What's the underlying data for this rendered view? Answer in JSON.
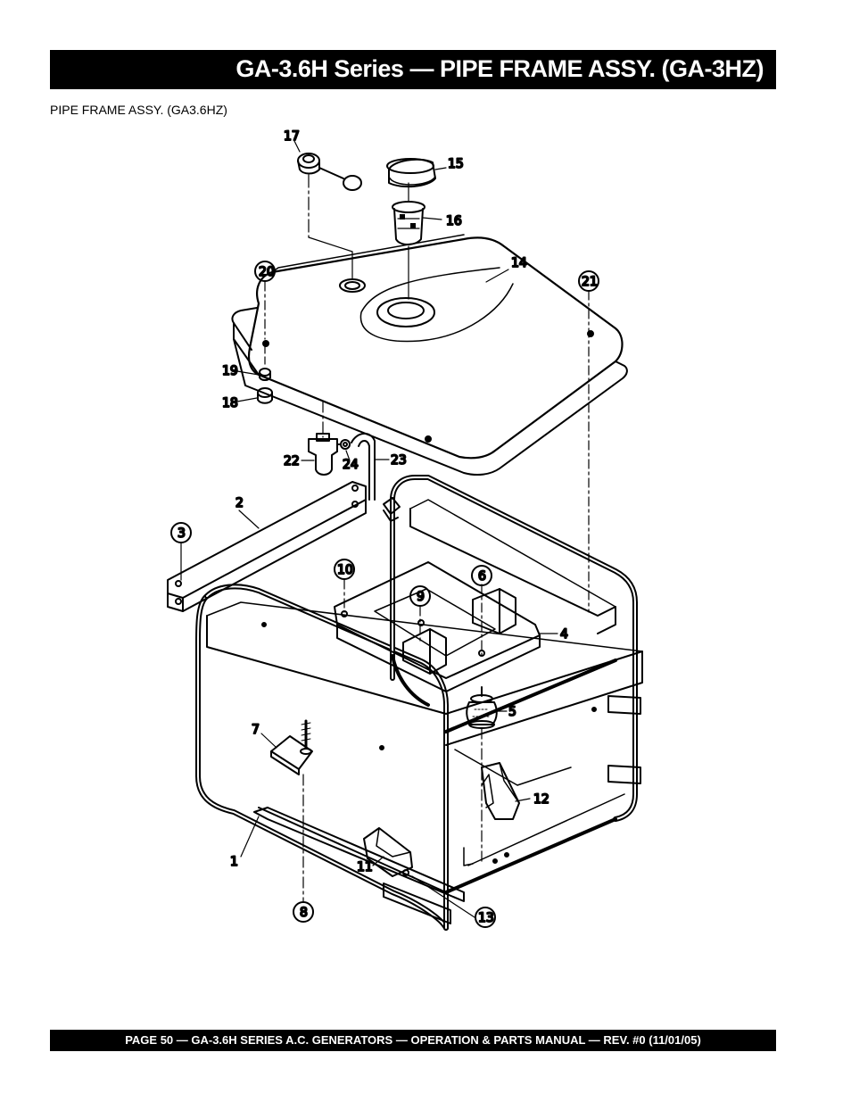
{
  "header": {
    "title": "GA-3.6H Series — PIPE FRAME ASSY. (GA-3HZ)"
  },
  "subtitle": "PIPE FRAME ASSY. (GA3.6HZ)",
  "diagram": {
    "callouts": {
      "c1": "1",
      "c2": "2",
      "c3": "3",
      "c4": "4",
      "c5": "5",
      "c6": "6",
      "c7": "7",
      "c8": "8",
      "c9": "9",
      "c10": "10",
      "c11": "11",
      "c12": "12",
      "c13": "13",
      "c14": "14",
      "c15": "15",
      "c16": "16",
      "c17": "17",
      "c18": "18",
      "c19": "19",
      "c20": "20",
      "c21": "21",
      "c22": "22",
      "c23": "23",
      "c24": "24"
    }
  },
  "footer": {
    "text": "PAGE 50 — GA-3.6H SERIES A.C. GENERATORS — OPERATION & PARTS  MANUAL — REV. #0  (11/01/05)"
  }
}
